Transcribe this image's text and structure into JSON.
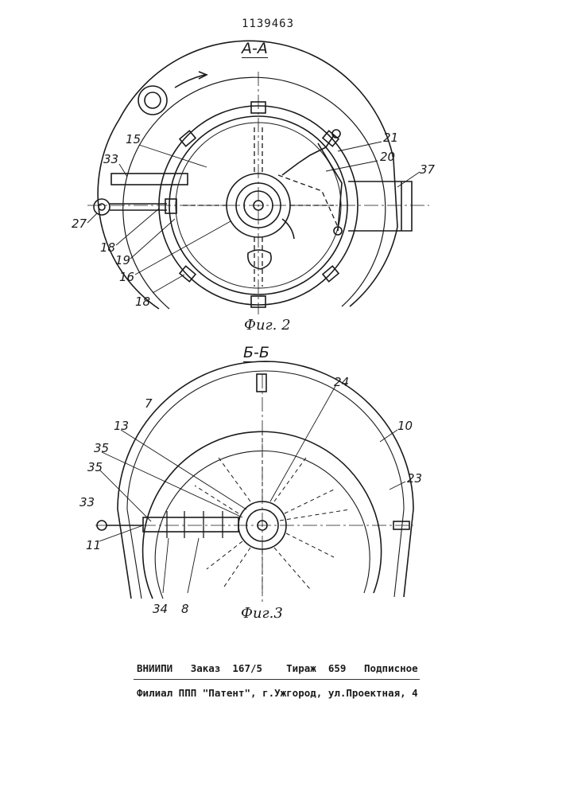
{
  "patent_number": "1139463",
  "figure2": {
    "section_label": "А-А",
    "caption": "Фиг. 2",
    "labels": {
      "l15": "15",
      "l33": "33",
      "l21": "21",
      "l20": "20",
      "l37": "37",
      "l27": "27",
      "l18a": "18",
      "l19": "19",
      "l16": "16",
      "l18b": "18"
    }
  },
  "figure3": {
    "section_label": "Б-Б",
    "caption": "Фиг.3",
    "labels": {
      "l7": "7",
      "l24": "24",
      "l13": "13",
      "l10": "10",
      "l35a": "35",
      "l23": "23",
      "l35b": "35",
      "l33": "33",
      "l11": "11",
      "l34": "34",
      "l8": "8"
    }
  },
  "publication": {
    "line1": "ВНИИПИ   Заказ  167/5    Тираж  659   Подписное",
    "line2": "Филиал ППП \"Патент\", г.Ужгород, ул.Проектная, 4"
  }
}
